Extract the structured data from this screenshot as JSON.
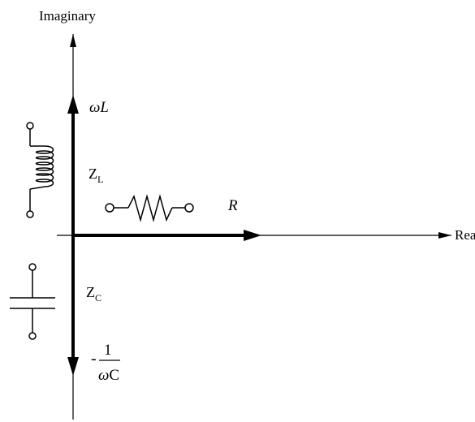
{
  "axes": {
    "imaginary_label": "Imaginary",
    "real_label": "Real"
  },
  "vectors": {
    "inductive_reactance": {
      "omega": "ω",
      "symbol": "L"
    },
    "resistance": {
      "symbol": "R"
    },
    "capacitive_reactance": {
      "sign": "-",
      "numerator": "1",
      "omega": "ω",
      "symbol": "C"
    }
  },
  "impedances": {
    "inductor": {
      "base": "Z",
      "sub": "L"
    },
    "capacitor": {
      "base": "Z",
      "sub": "C"
    }
  },
  "components": {
    "inductor": "inductor-symbol",
    "resistor": "resistor-symbol",
    "capacitor": "capacitor-symbol"
  },
  "colors": {
    "ink": "#000000",
    "background": "#ffffff"
  }
}
